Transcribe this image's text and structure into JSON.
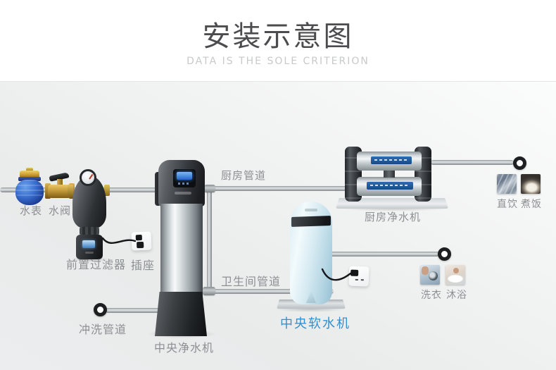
{
  "title": {
    "main": "安装示意图",
    "subtitle": "DATA IS THE SOLE CRITERION"
  },
  "diagram": {
    "components": {
      "water_meter": {
        "label": "水表"
      },
      "water_valve": {
        "label": "水阀"
      },
      "pre_filter": {
        "label": "前置过滤器"
      },
      "power_socket": {
        "label": "插座"
      },
      "central_purifier": {
        "label": "中央净水机"
      },
      "central_softener": {
        "label": "中央软水机"
      },
      "kitchen_purifier": {
        "label": "厨房净水机"
      }
    },
    "pipes": {
      "kitchen": {
        "label": "厨房管道"
      },
      "bathroom": {
        "label": "卫生间管道"
      },
      "flush": {
        "label": "冲洗管道"
      }
    },
    "usage_points": {
      "direct_drinking": {
        "label": "直饮"
      },
      "cooking": {
        "label": "煮饭"
      },
      "laundry": {
        "label": "洗衣"
      },
      "bathing": {
        "label": "沐浴"
      }
    },
    "colors": {
      "softener_label_blue": "#338fce",
      "label_gray": "#8d9093",
      "screen_blue": "#3a7fe8",
      "band_blue": "#2061ae"
    }
  }
}
